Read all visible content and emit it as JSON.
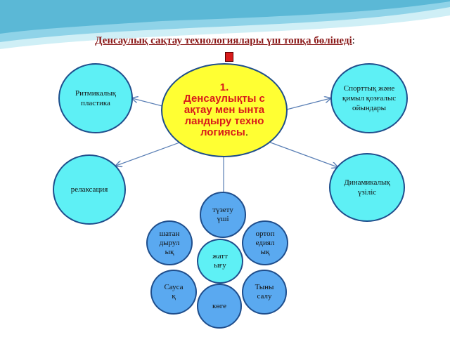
{
  "title": {
    "text": "Денсаулық сақтау технологиялары үш топқа бөлінеді",
    "colon": ":"
  },
  "main_node": {
    "number": "1.",
    "text": "Денсаулықты сақтау мен ынталандыру технологиясы",
    "colon": "."
  },
  "side_nodes": {
    "top_left": "Ритмикалық пластика",
    "top_right": "Спорттық және қимыл қозғалыс ойындары",
    "bottom_left": "релаксация",
    "bottom_right": "Динамикалық үзіліс"
  },
  "flower": {
    "top": "түзету үші",
    "upper_left": "шатандырулық",
    "upper_right": "ортопедиялық",
    "center": "жаттығу",
    "lower_left": "Саусақ",
    "lower_right": "Тынысалу",
    "bottom": "көге"
  },
  "colors": {
    "side_fill": "#5ef0f5",
    "main_fill": "#ffff33",
    "flower_fill": "#5aa9f0",
    "stroke": "#1f4e8c",
    "title_color": "#8b1a1a",
    "main_text": "#d81b1b"
  }
}
